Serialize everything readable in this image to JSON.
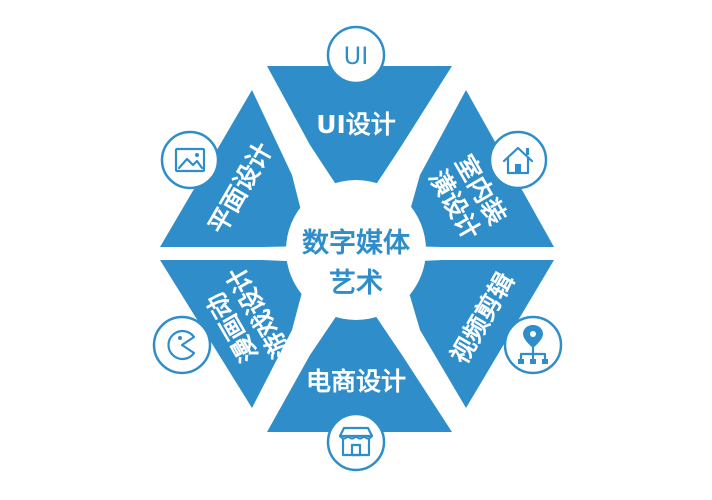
{
  "center": {
    "line1": "数字媒体",
    "line2": "艺术"
  },
  "segments": [
    {
      "label": "UI设计",
      "icon_text": "UI",
      "icon": "ui-text-icon"
    },
    {
      "label_line1": "室内装",
      "label_line2": "潢设计",
      "icon": "house-icon"
    },
    {
      "label": "视频剪辑",
      "icon": "location-network-icon"
    },
    {
      "label": "电商设计",
      "icon": "storefront-icon"
    },
    {
      "label_line1": "漫画动",
      "label_line2": "游戏设计",
      "icon": "pacman-icon"
    },
    {
      "label": "平面设计",
      "icon": "image-icon"
    }
  ],
  "colors": {
    "segment": "#2f8ec9",
    "background": "#ffffff",
    "icon_border": "#2f8ec9"
  }
}
